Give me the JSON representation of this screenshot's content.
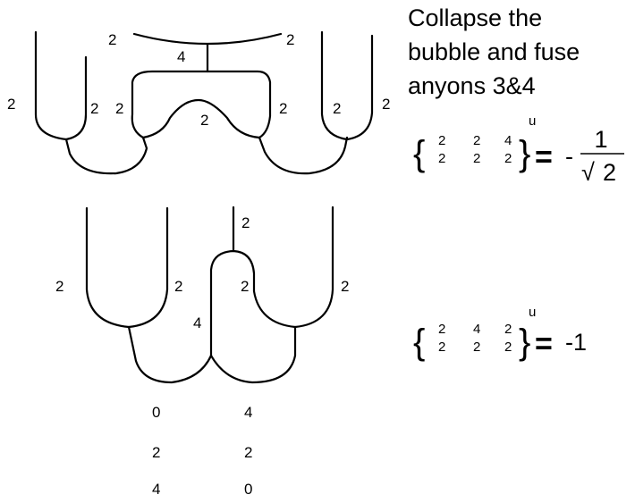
{
  "caption": {
    "lines": [
      "Collapse the",
      "bubble and fuse",
      "anyons 3&4"
    ]
  },
  "equation1": {
    "symbol_top": [
      "2",
      "2",
      "4"
    ],
    "symbol_bottom": [
      "2",
      "2",
      "2"
    ],
    "superscript": "u",
    "equals": "=",
    "sign": "-",
    "numerator": "1",
    "radical": "√",
    "radicand": "2"
  },
  "equation2": {
    "symbol_top": [
      "2",
      "4",
      "2"
    ],
    "symbol_bottom": [
      "2",
      "2",
      "2"
    ],
    "superscript": "u",
    "equals": "=",
    "value": "-1"
  },
  "top_diagram": {
    "labels": [
      "2",
      "2",
      "2",
      "2",
      "4",
      "2",
      "2",
      "2",
      "2",
      "2"
    ]
  },
  "bottom_diagram": {
    "labels": [
      "2",
      "2",
      "2",
      "2",
      "2",
      "4"
    ]
  },
  "fusion_table": {
    "rows": [
      [
        "0",
        "4"
      ],
      [
        "2",
        "2"
      ],
      [
        "4",
        "0"
      ]
    ]
  }
}
